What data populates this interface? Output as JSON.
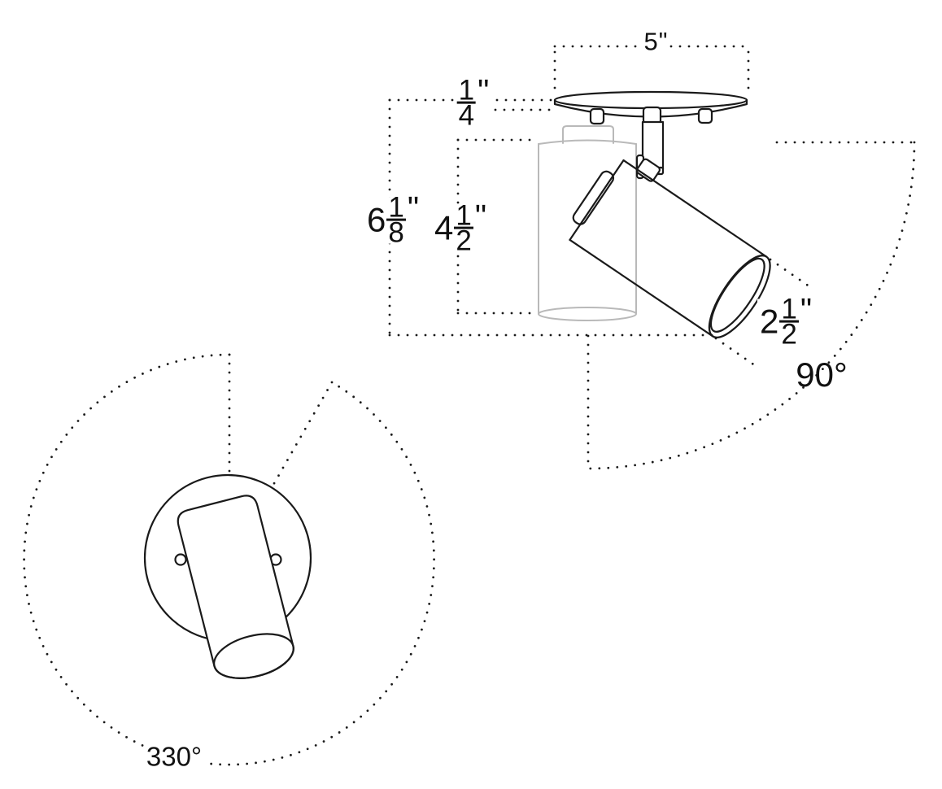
{
  "diagram": {
    "labels": {
      "canopy_diameter": {
        "value": "5",
        "unit": "\""
      },
      "canopy_thickness": {
        "num": "1",
        "den": "4",
        "unit": "\""
      },
      "overall_height": {
        "whole": "6",
        "num": "1",
        "den": "8",
        "unit": "\""
      },
      "body_length": {
        "whole": "4",
        "num": "1",
        "den": "2",
        "unit": "\""
      },
      "head_diameter": {
        "whole": "2",
        "num": "1",
        "den": "2",
        "unit": "\""
      },
      "tilt_range": {
        "value": "90°"
      },
      "rotation_range": {
        "value": "330°"
      }
    }
  },
  "colors": {
    "line": "#1a1a1a",
    "ghost": "#b9b9b9",
    "background": "#ffffff",
    "label": "#111111"
  }
}
